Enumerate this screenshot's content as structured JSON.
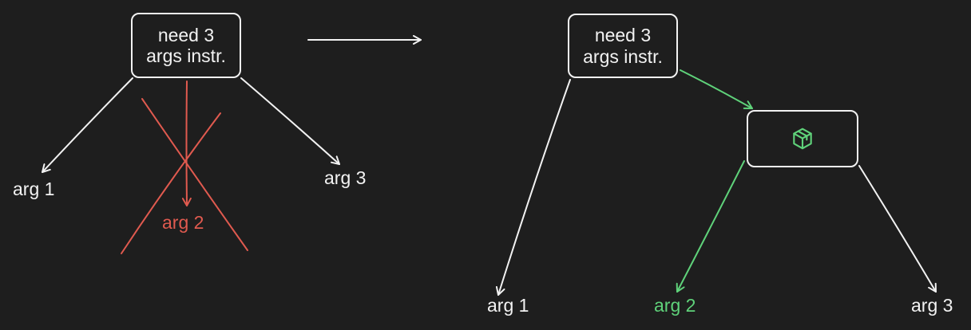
{
  "colors": {
    "background": "#1e1e1e",
    "stroke": "#f2f2f2",
    "rejected": "#e05a4f",
    "accepted": "#5fd27a"
  },
  "left": {
    "node_line1": "need 3",
    "node_line2": "args instr.",
    "arg1": "arg 1",
    "arg2": "arg 2",
    "arg3": "arg 3"
  },
  "right": {
    "node_line1": "need 3",
    "node_line2": "args instr.",
    "package_icon": "package-icon",
    "arg1": "arg 1",
    "arg2": "arg 2",
    "arg3": "arg 3"
  }
}
